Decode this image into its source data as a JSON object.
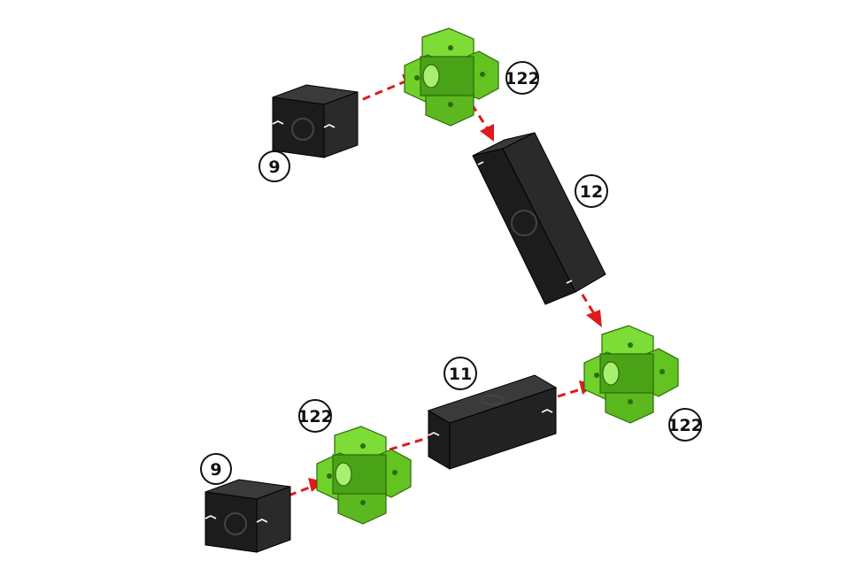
{
  "diagram": {
    "parts": [
      {
        "id": "block-9-top",
        "label": "9"
      },
      {
        "id": "hub-122-top",
        "label": "122"
      },
      {
        "id": "rod-12",
        "label": "12"
      },
      {
        "id": "hub-122-right",
        "label": "122"
      },
      {
        "id": "rod-11",
        "label": "11"
      },
      {
        "id": "hub-122-bottom",
        "label": "122"
      },
      {
        "id": "block-9-bottom",
        "label": "9"
      }
    ],
    "colors": {
      "block": "#1c1c1c",
      "block_edge": "#3a3a3a",
      "hub": "#6fd12a",
      "hub_dark": "#4aa317",
      "arrow": "#e01a1a"
    }
  }
}
